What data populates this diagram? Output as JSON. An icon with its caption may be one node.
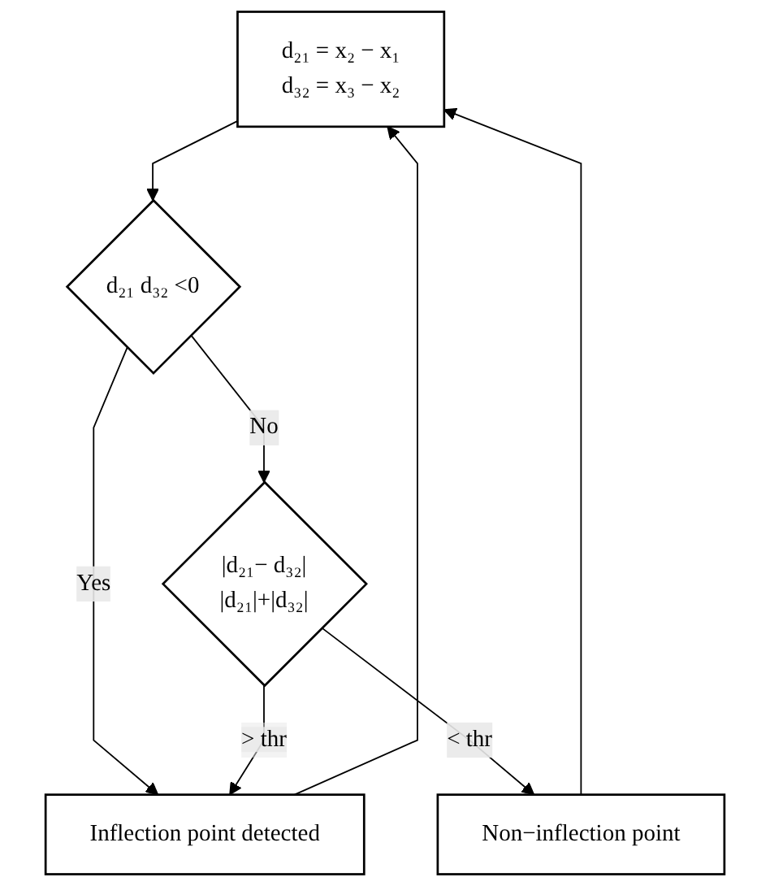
{
  "diagram": {
    "nodes": [
      {
        "text": [
          "d₂₁ = x₂ − x₁",
          "d₃₂ = x₃ − x₂"
        ]
      },
      {
        "text": [
          "d₂₁ d₃₂ <0"
        ]
      },
      {
        "text": [
          "|d₂₁− d₃₂|",
          "|d₂₁|+|d₃₂|"
        ]
      },
      {
        "text": [
          "Inflection point detected"
        ]
      },
      {
        "text": [
          "Non−inflection point"
        ]
      }
    ],
    "edges": [
      {
        "from": 0,
        "to": 1,
        "arrow": "to"
      },
      {
        "from": 1,
        "to": 2,
        "label": "No",
        "arrow": "to"
      },
      {
        "from": 1,
        "to": 3,
        "label": "Yes",
        "arrow": "to"
      },
      {
        "from": 2,
        "to": 3,
        "label": "> thr",
        "arrow": "to"
      },
      {
        "from": 2,
        "to": 4,
        "label": "< thr",
        "arrow": "to"
      },
      {
        "from": 3,
        "to": 0,
        "arrow": "to"
      },
      {
        "from": 4,
        "to": 0,
        "arrow": "to"
      }
    ]
  }
}
